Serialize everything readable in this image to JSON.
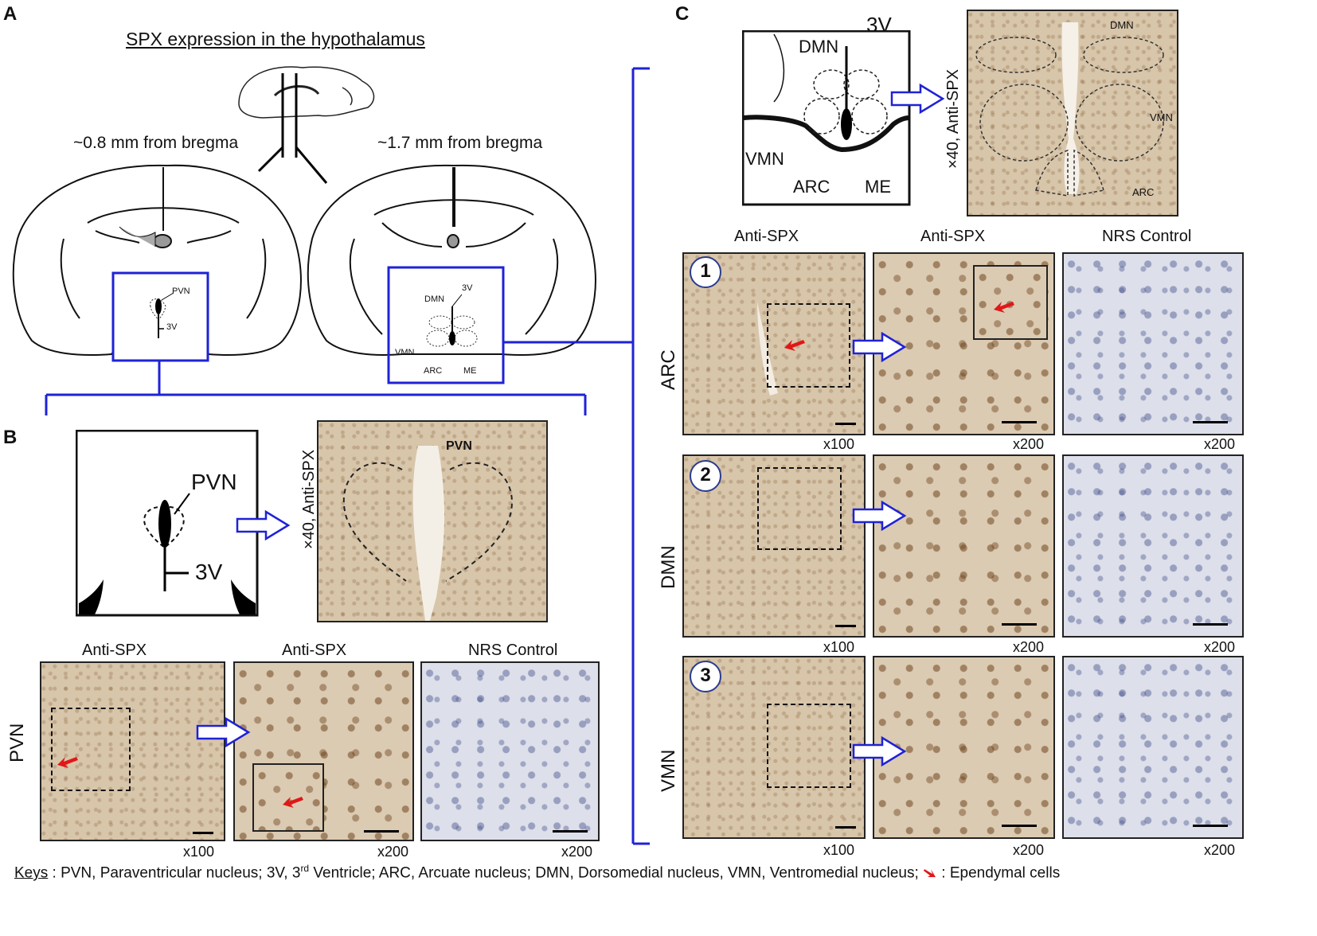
{
  "panels": {
    "a": "A",
    "b": "B",
    "c": "C"
  },
  "panel_a": {
    "title": "SPX expression in the hypothalamus",
    "left_caption": "~0.8 mm from bregma",
    "right_caption": "~1.7 mm from bregma",
    "left_labels": {
      "pvn": "PVN",
      "v3": "3V"
    },
    "right_labels": {
      "v3": "3V",
      "dmn": "DMN",
      "vmn": "VMN",
      "arc": "ARC",
      "me": "ME"
    }
  },
  "panel_b": {
    "schematic_labels": {
      "pvn": "PVN",
      "v3": "3V"
    },
    "overview_side_label": "×40, Anti-SPX",
    "overview_region_label": "PVN",
    "col_headers": [
      "Anti-SPX",
      "Anti-SPX",
      "NRS Control"
    ],
    "row_label": "PVN",
    "magnifications": [
      "x100",
      "x200",
      "x200"
    ]
  },
  "panel_c": {
    "schematic_labels": {
      "v3": "3V",
      "dmn": "DMN",
      "vmn": "VMN",
      "arc": "ARC",
      "me": "ME"
    },
    "overview_side_label": "×40, Anti-SPX",
    "overview_region_labels": {
      "dmn": "DMN",
      "vmn": "VMN",
      "arc": "ARC"
    },
    "col_headers": [
      "Anti-SPX",
      "Anti-SPX",
      "NRS Control"
    ],
    "rows": [
      {
        "number": "1",
        "label": "ARC",
        "magnifications": [
          "x100",
          "x200",
          "x200"
        ]
      },
      {
        "number": "2",
        "label": "DMN",
        "magnifications": [
          "x100",
          "x200",
          "x200"
        ]
      },
      {
        "number": "3",
        "label": "VMN",
        "magnifications": [
          "x100",
          "x200",
          "x200"
        ]
      }
    ]
  },
  "keys": {
    "prefix": "Keys",
    "text": " :  PVN, Paraventricular nucleus;  3V, 3",
    "sup": "rd",
    "text2": " Ventricle; ARC,  Arcuate nucleus; DMN, Dorsomedial nucleus,  VMN, Ventromedial nucleus;",
    "text3": " : Ependymal cells"
  },
  "colors": {
    "accent_blue": "#1f22d6",
    "arrow_red": "#e01818"
  }
}
